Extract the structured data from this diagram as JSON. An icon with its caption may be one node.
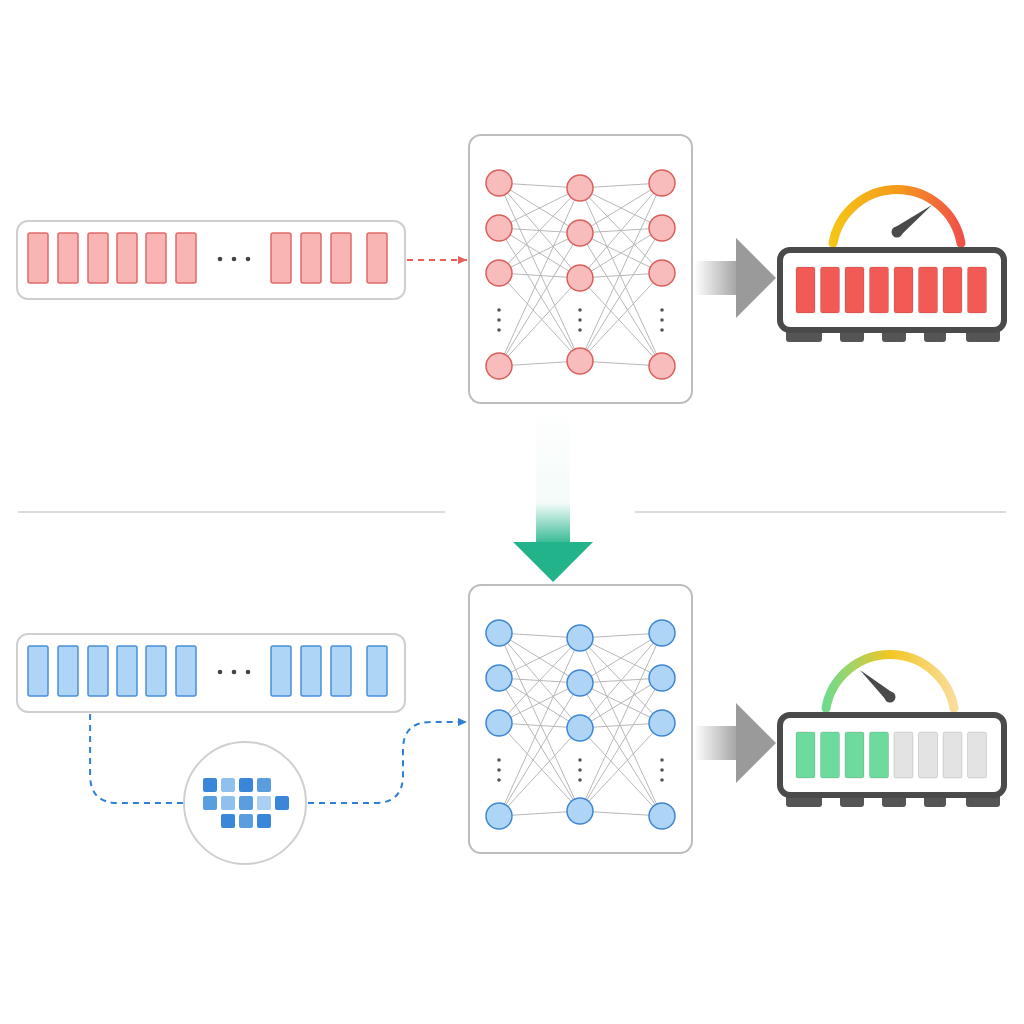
{
  "diagram": {
    "nodes": [
      {
        "text": [],
        "shape": "bar"
      },
      {
        "text": [],
        "shape": "picture"
      },
      {
        "text": [],
        "shape": "picture"
      },
      {
        "text": [],
        "shape": "bar"
      },
      {
        "text": [],
        "shape": "circle"
      },
      {
        "text": [],
        "shape": "picture"
      },
      {
        "text": [],
        "shape": "picture"
      }
    ],
    "edges": [
      {
        "from": 0,
        "to": 1,
        "arrow": "to",
        "style": "dashed",
        "color": "#e8605a"
      },
      {
        "from": 1,
        "to": 2,
        "arrow": "to",
        "style": "thick",
        "color": "#9a9a9a"
      },
      {
        "from": 1,
        "to": 5,
        "arrow": "to",
        "style": "thick",
        "color": "#22b38a"
      },
      {
        "from": 3,
        "to": 4,
        "arrow": "none",
        "style": "dashed",
        "color": "#2f7fd6"
      },
      {
        "from": 4,
        "to": 5,
        "arrow": "to",
        "style": "dashed",
        "color": "#2f7fd6"
      },
      {
        "from": 5,
        "to": 6,
        "arrow": "to",
        "style": "thick",
        "color": "#9a9a9a"
      }
    ]
  }
}
